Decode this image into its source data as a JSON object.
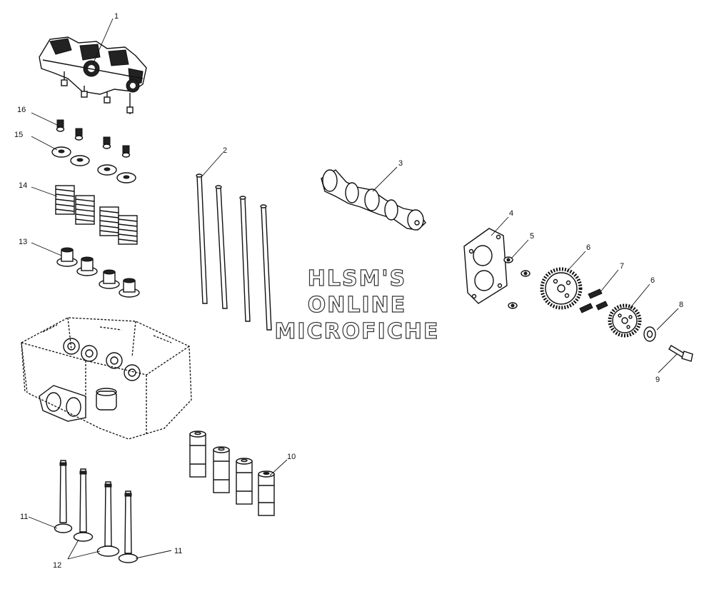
{
  "watermark": {
    "line1": "HLSM'S",
    "line2": "ONLINE",
    "line3": "MICROFICHE"
  },
  "callouts": [
    {
      "id": "c1",
      "label": "1"
    },
    {
      "id": "c2",
      "label": "2"
    },
    {
      "id": "c3",
      "label": "3"
    },
    {
      "id": "c4",
      "label": "4"
    },
    {
      "id": "c5",
      "label": "5"
    },
    {
      "id": "c6a",
      "label": "6"
    },
    {
      "id": "c6b",
      "label": "6"
    },
    {
      "id": "c7",
      "label": "7"
    },
    {
      "id": "c8",
      "label": "8"
    },
    {
      "id": "c9",
      "label": "9"
    },
    {
      "id": "c10",
      "label": "10"
    },
    {
      "id": "c11a",
      "label": "11"
    },
    {
      "id": "c11b",
      "label": "11"
    },
    {
      "id": "c12",
      "label": "12"
    },
    {
      "id": "c13",
      "label": "13"
    },
    {
      "id": "c14",
      "label": "14"
    },
    {
      "id": "c15",
      "label": "15"
    },
    {
      "id": "c16",
      "label": "16"
    }
  ]
}
